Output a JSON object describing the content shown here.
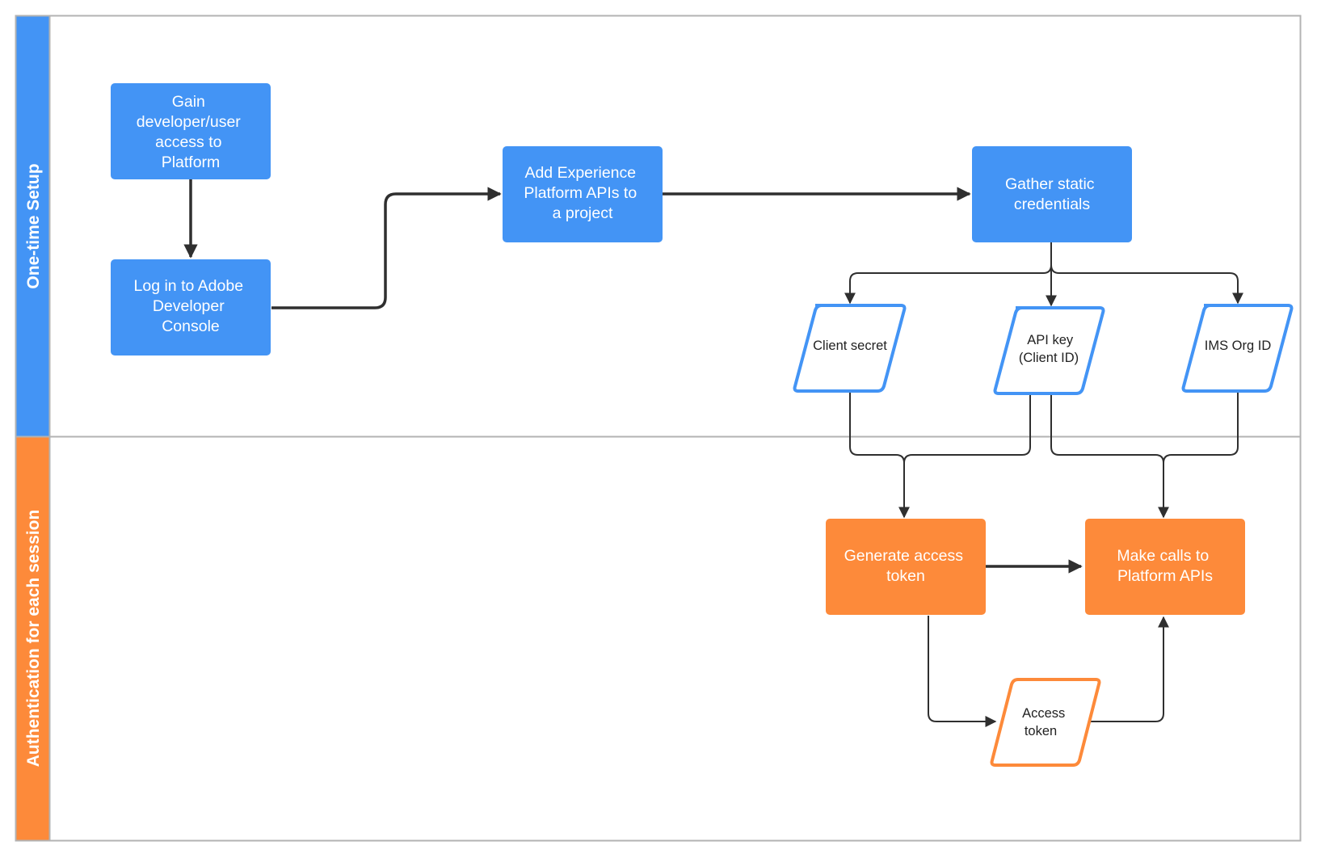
{
  "colors": {
    "blue": "#4394f5",
    "orange": "#fd8a3a",
    "connector": "#2f2f2f",
    "lane_border": "#b3b3b3"
  },
  "lanes": [
    {
      "id": "one-time-setup",
      "label": "One-time Setup",
      "color": "#4394f5"
    },
    {
      "id": "authentication-each-session",
      "label": "Authentication for each session",
      "color": "#fd8a3a"
    }
  ],
  "nodes": {
    "gain_access": {
      "shape": "process",
      "color": "#4394f5",
      "lines": [
        "Gain",
        "developer/user",
        "access to",
        "Platform"
      ]
    },
    "log_in": {
      "shape": "process",
      "color": "#4394f5",
      "lines": [
        "Log in to Adobe",
        "Developer",
        "Console"
      ]
    },
    "add_apis": {
      "shape": "process",
      "color": "#4394f5",
      "lines": [
        "Add Experience",
        "Platform APIs to",
        "a project"
      ]
    },
    "gather_credentials": {
      "shape": "process",
      "color": "#4394f5",
      "lines": [
        "Gather static",
        "credentials"
      ]
    },
    "client_secret": {
      "shape": "data",
      "color": "#4394f5",
      "lines": [
        "Client secret"
      ]
    },
    "api_key": {
      "shape": "data",
      "color": "#4394f5",
      "lines": [
        "API key",
        "(Client ID)"
      ]
    },
    "ims_org_id": {
      "shape": "data",
      "color": "#4394f5",
      "lines": [
        "IMS Org ID"
      ]
    },
    "generate_token": {
      "shape": "process",
      "color": "#fd8a3a",
      "lines": [
        "Generate access",
        "token"
      ]
    },
    "make_calls": {
      "shape": "process",
      "color": "#fd8a3a",
      "lines": [
        "Make calls to",
        "Platform APIs"
      ]
    },
    "access_token": {
      "shape": "data",
      "color": "#fd8a3a",
      "lines": [
        "Access",
        "token"
      ]
    }
  },
  "edges": [
    {
      "from": "gain_access",
      "to": "log_in"
    },
    {
      "from": "log_in",
      "to": "add_apis"
    },
    {
      "from": "add_apis",
      "to": "gather_credentials"
    },
    {
      "from": "gather_credentials",
      "to": "client_secret"
    },
    {
      "from": "gather_credentials",
      "to": "api_key"
    },
    {
      "from": "gather_credentials",
      "to": "ims_org_id"
    },
    {
      "from": "client_secret",
      "to": "generate_token"
    },
    {
      "from": "api_key",
      "to": "generate_token"
    },
    {
      "from": "api_key",
      "to": "make_calls"
    },
    {
      "from": "ims_org_id",
      "to": "make_calls"
    },
    {
      "from": "generate_token",
      "to": "make_calls"
    },
    {
      "from": "generate_token",
      "to": "access_token"
    },
    {
      "from": "access_token",
      "to": "make_calls"
    }
  ]
}
